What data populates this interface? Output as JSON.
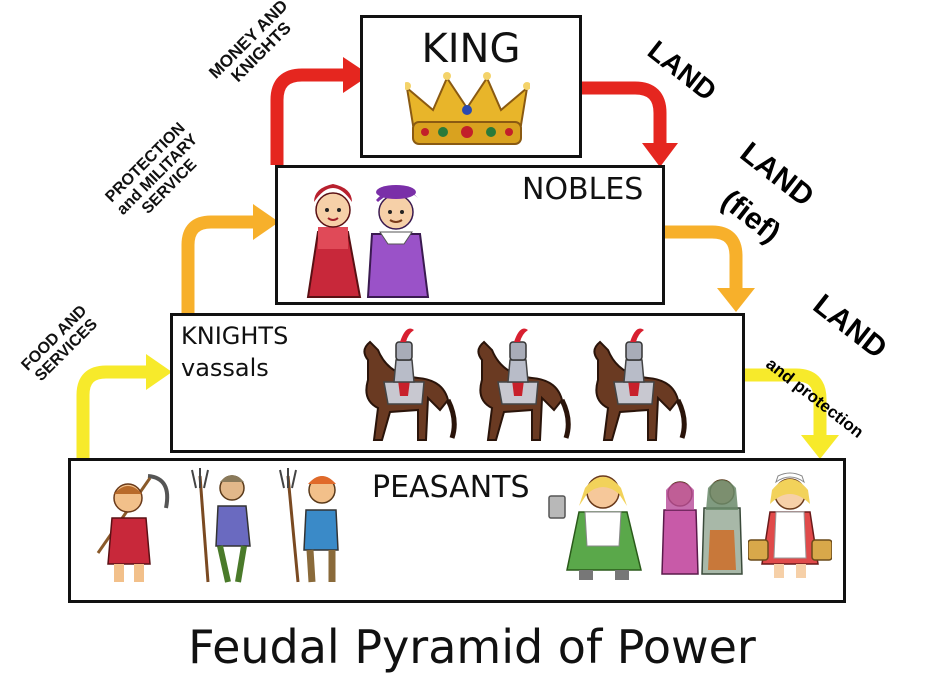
{
  "title": "Feudal Pyramid of Power",
  "tiers": {
    "king": "KING",
    "nobles": "NOBLES",
    "knights": "KNIGHTS",
    "knights_sub": "vassals",
    "peasants": "PEASANTS"
  },
  "upward": {
    "money_knights_1": "MONEY AND",
    "money_knights_2": "KNIGHTS",
    "protection_1": "PROTECTION",
    "protection_2": "and MILITARY",
    "protection_3": "SERVICE",
    "food_1": "FOOD AND",
    "food_2": "SERVICES"
  },
  "downward": {
    "land_1": "LAND",
    "land_2": "LAND",
    "land_2_sub": "(fief)",
    "land_3": "LAND",
    "land_3_sub": "and protection"
  },
  "colors": {
    "red": "#e5261f",
    "orange": "#f7b02b",
    "yellow": "#f7ea2b"
  }
}
